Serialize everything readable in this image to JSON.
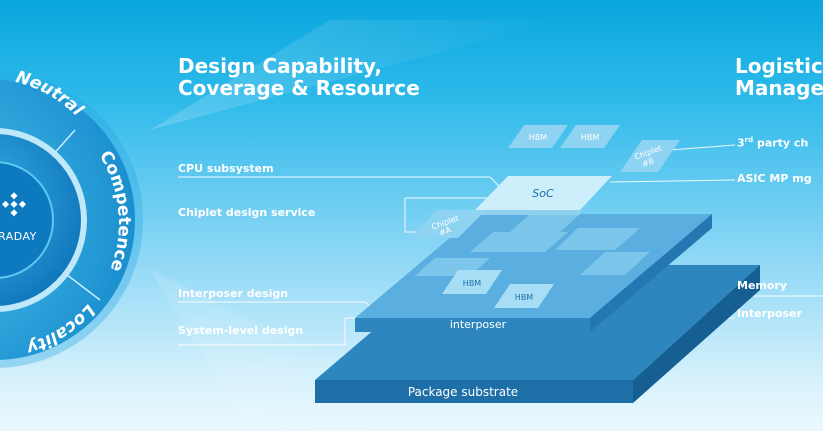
{
  "headers": {
    "left_line1": "Design Capability,",
    "left_line2": "Coverage & Resource",
    "right_line1": "Logistic",
    "right_line2": "Manage"
  },
  "ring": {
    "neutral": "Neutral",
    "competence": "Competence",
    "locality": "Locality",
    "brand": "RADAY"
  },
  "left_callouts": {
    "cpu": "CPU subsystem",
    "chiplet_service": "Chiplet design service",
    "interposer_design": "Interposer design",
    "system_level": "System-level design"
  },
  "right_callouts": {
    "third_party_prefix": "3",
    "third_party_sup": "rd",
    "third_party_suffix": " party ch",
    "asic_mp": "ASIC MP mg",
    "memory": "Memory",
    "interposer": "Interposer"
  },
  "stack": {
    "hbm_top_1": "HBM",
    "hbm_top_2": "HBM",
    "chiplet_b_1": "Chiplet",
    "chiplet_b_2": "#B",
    "soc": "SoC",
    "chiplet_a_1": "Chiplet",
    "chiplet_a_2": "#A",
    "hbm_mid_1": "HBM",
    "hbm_mid_2": "HBM",
    "interposer_label": "interposer",
    "substrate_label": "Package substrate"
  },
  "colors": {
    "accent_white": "#ffffff",
    "substrate_top": "#2e86bf",
    "substrate_front": "#1e6fa8",
    "interposer_top": "#5aaee0",
    "chip_top": "#cdeefb"
  }
}
